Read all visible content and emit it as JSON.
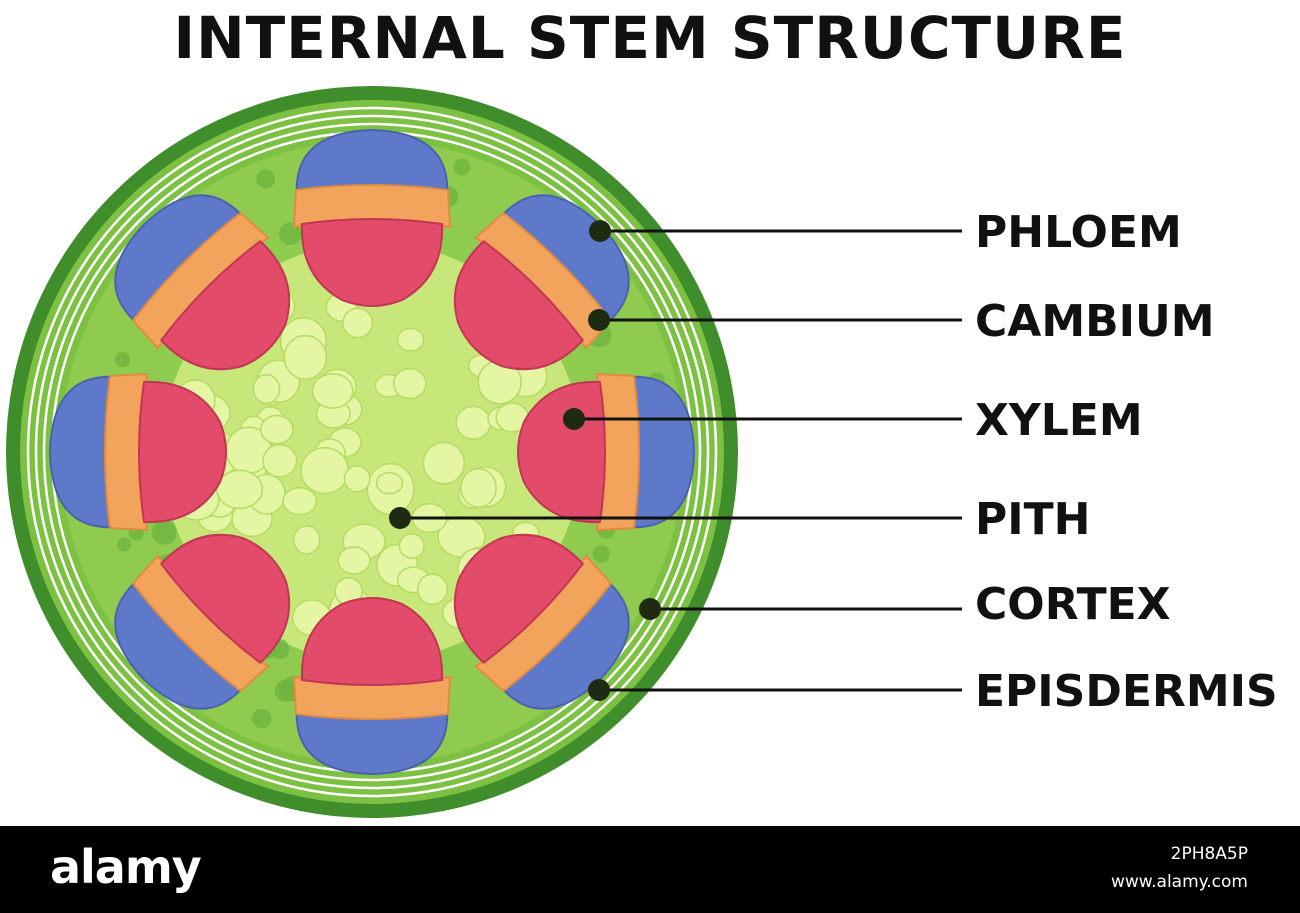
{
  "title": "INTERNAL STEM STRUCTURE",
  "labels": [
    {
      "key": "phloem",
      "text": "PHLOEM"
    },
    {
      "key": "cambium",
      "text": "CAMBIUM"
    },
    {
      "key": "xylem",
      "text": "XYLEM"
    },
    {
      "key": "pith",
      "text": "PITH"
    },
    {
      "key": "cortex",
      "text": "CORTEX"
    },
    {
      "key": "epidermis",
      "text": "EPISDERMIS"
    }
  ],
  "footer": {
    "logo": "alamy",
    "image_id": "2PH8A5P",
    "url": "www.alamy.com"
  },
  "colors": {
    "epidermis": "#3f8d2b",
    "cortex": "#7cc142",
    "ring_lines": "#ffffff",
    "pith": "#c7e77a",
    "pith_cells": "#e4f5a4",
    "phloem": "#5e79c9",
    "cambium": "#f3a45c",
    "xylem": "#e34b6b",
    "parenchyma": "#9fd35a",
    "label_line": "#111111"
  }
}
